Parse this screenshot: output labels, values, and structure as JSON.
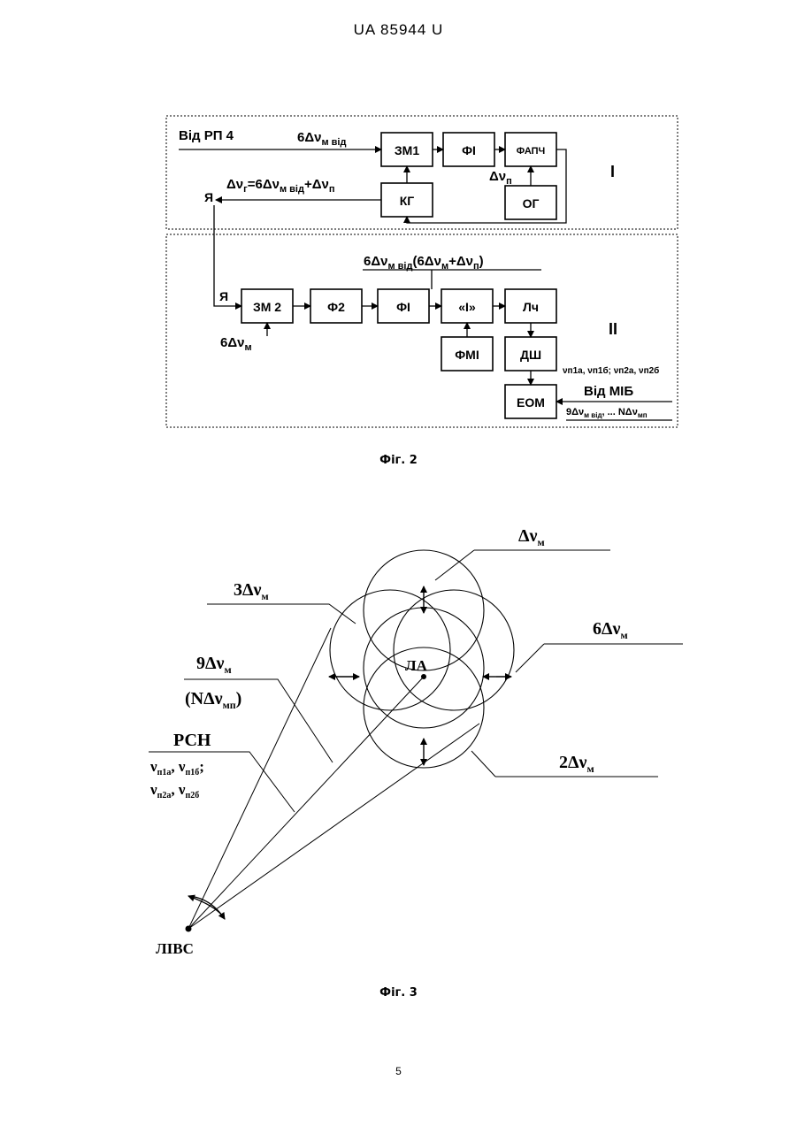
{
  "header": "UA   85944   U",
  "page_number": "5",
  "fig2": {
    "caption": "Фіг. 2",
    "section_labels": {
      "one": "I",
      "two": "II"
    },
    "blocks": {
      "zm1": "ЗМ1",
      "fi_top": "ФІ",
      "fapch": "ФАПЧ",
      "kg": "КГ",
      "og": "ОГ",
      "zm2": "ЗМ 2",
      "f2": "Ф2",
      "fi_bottom": "ФІ",
      "i_block": "«І»",
      "lch": "Лч",
      "fmi": "ФМІ",
      "dsh": "ДШ",
      "eom": "ЕОМ"
    },
    "labels": {
      "vid_rp4": "Від РП 4",
      "input_top": "6Δν",
      "input_top_sub": "м від",
      "dvg_a": "Δν",
      "dvg_b": "г",
      "dvg_c": "=6Δν",
      "dvg_d": "м від",
      "dvg_e": "+Δν",
      "dvg_f": "п",
      "dvp": "Δν",
      "dvp_sub": "п",
      "ya1": "Я",
      "ya2": "Я",
      "mid_a": "6Δν",
      "mid_b": "м від",
      "mid_c": "(6Δν",
      "mid_d": "м",
      "mid_e": "+Δν",
      "mid_f": "п",
      "mid_g": ")",
      "zm2_in": "6Δν",
      "zm2_in_sub": "м",
      "freqs": "ν",
      "freqs_full": "νп1а, νп1б; νп2а, νп2б",
      "vid_mib": "Від МІБ",
      "series": "9Δν",
      "series_sub1": "м від",
      "series_mid": ", ... NΔν",
      "series_sub2": "мп"
    }
  },
  "fig3": {
    "caption": "Фіг. 3",
    "labels": {
      "dvm": "Δν",
      "dvm_sub": "м",
      "three": "3Δν",
      "three_sub": "м",
      "six": "6Δν",
      "six_sub": "м",
      "nine": "9Δν",
      "nine_sub": "м",
      "n_open": "(NΔν",
      "n_sub": "мп",
      "n_close": ")",
      "rsn": "РСН",
      "v1": "ν",
      "v1_sub": "п1а",
      "v1_sep": ", ν",
      "v1b_sub": "п1б",
      "v1_end": ";",
      "v2": "ν",
      "v2_sub": "п2а",
      "v2_sep": ", ν",
      "v2b_sub": "п2б",
      "two": "2Δν",
      "two_sub": "м",
      "la": "ЛА",
      "livs": "ЛІВС"
    }
  }
}
